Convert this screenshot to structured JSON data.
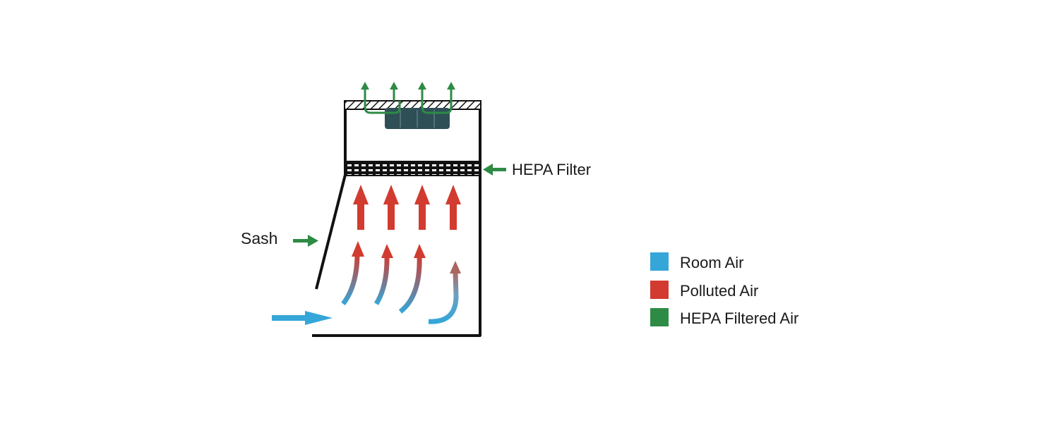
{
  "labels": {
    "hepa_filter": "HEPA Filter",
    "sash": "Sash"
  },
  "legend": [
    {
      "label": "Room Air",
      "color": "#35a6d8"
    },
    {
      "label": "Polluted Air",
      "color": "#d23b2f"
    },
    {
      "label": "HEPA Filtered Air",
      "color": "#2e8b45"
    }
  ],
  "colors": {
    "room_air": "#35a6d8",
    "polluted_air": "#d23b2f",
    "filtered_air": "#2e8b45",
    "cabinet_outline": "#111111",
    "fan": "#2f4f57"
  },
  "icons": {
    "fan": "exhaust-fan-icon"
  }
}
